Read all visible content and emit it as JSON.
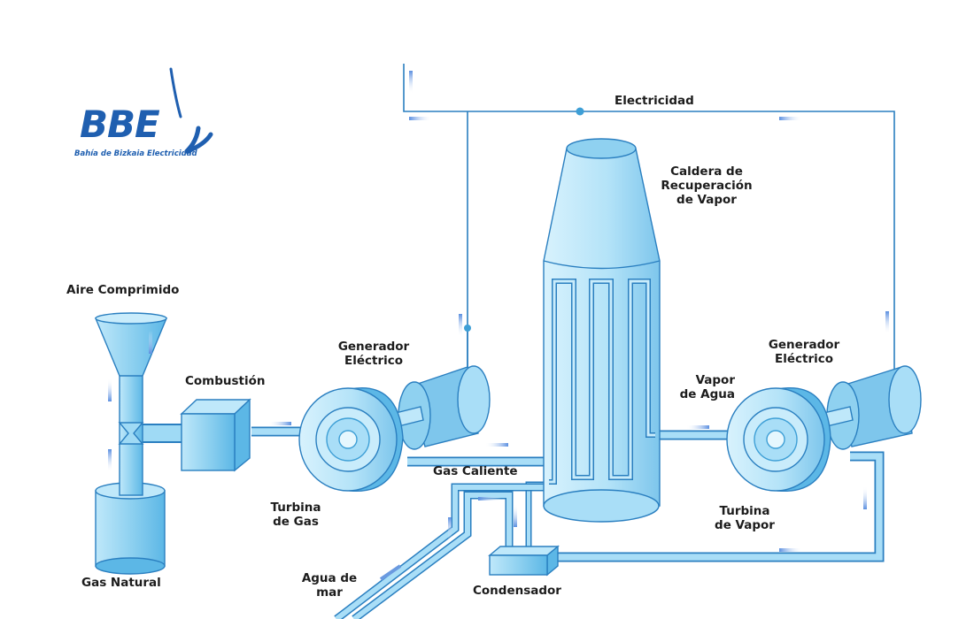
{
  "logo": {
    "name": "BBE",
    "subtitle": "Bahía de Bizkaia Electricidad"
  },
  "labels": {
    "electricity": "Electricidad",
    "boiler": [
      "Caldera de",
      "Recuperación",
      "de Vapor"
    ],
    "compressed_air": "Aire Comprimido",
    "combustion": "Combustión",
    "generator_left": [
      "Generador",
      "Eléctrico"
    ],
    "generator_right": [
      "Generador",
      "Eléctrico"
    ],
    "steam": [
      "Vapor",
      "de Agua"
    ],
    "hot_gas": "Gas Caliente",
    "gas_turbine": [
      "Turbina",
      "de Gas"
    ],
    "steam_turbine": [
      "Turbina",
      "de Vapor"
    ],
    "natural_gas": "Gas Natural",
    "sea_water": [
      "Agua de",
      "mar"
    ],
    "condenser": "Condensador"
  },
  "colors": {
    "fill": "#8fd1f0",
    "light": "#cdeefb",
    "dark": "#3e9fd6",
    "stroke": "#2a7fc0",
    "arrow": "#6a9ae0",
    "logo": "#1f5fb0"
  }
}
